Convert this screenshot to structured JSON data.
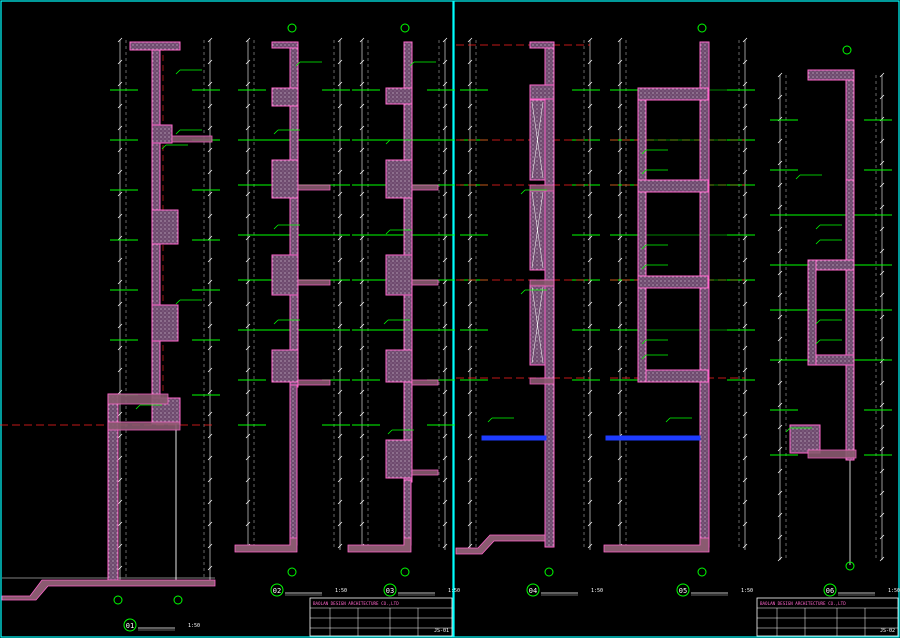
{
  "colors": {
    "background": "#000000",
    "frame": "#00ffff",
    "wall": "#ff66cc",
    "wall_fill": "#6e4a6e",
    "slab_fill": "#8a5a70",
    "hatch": "#ffffff",
    "dim": "#ffffff",
    "annotation": "#00ff00",
    "axis_red": "#ff2020",
    "grade": "#1e3cff",
    "axis_bubble": "#00ff00"
  },
  "sections": [
    {
      "id": "01",
      "scale": "1:50"
    },
    {
      "id": "02",
      "scale": "1:50"
    },
    {
      "id": "03",
      "scale": "1:50"
    },
    {
      "id": "04",
      "scale": "1:50"
    },
    {
      "id": "05",
      "scale": "1:50"
    },
    {
      "id": "06",
      "scale": "1:50"
    }
  ],
  "title_blocks": [
    {
      "company": "BAOLAN DESIGN ARCHITECTURE CO.,LTD",
      "drawing_no": "JS-01"
    },
    {
      "company": "BAOLAN DESIGN ARCHITECTURE CO.,LTD",
      "drawing_no": "JS-02"
    }
  ]
}
